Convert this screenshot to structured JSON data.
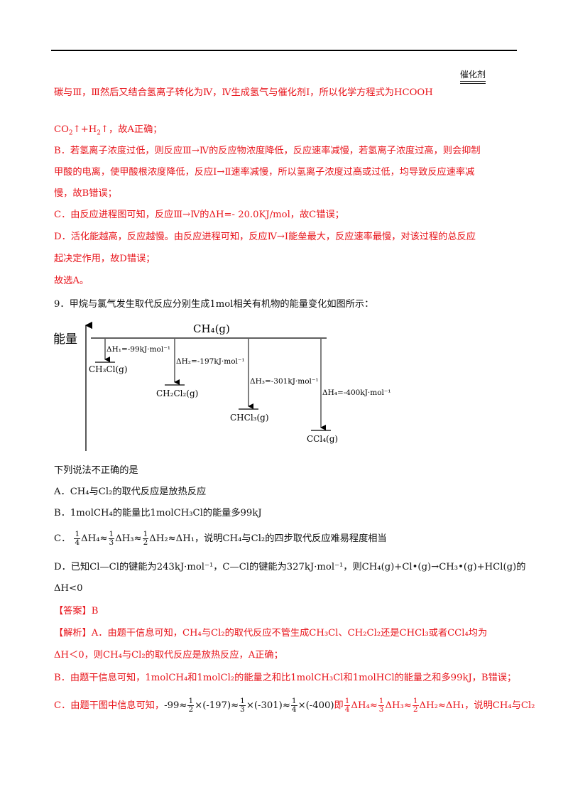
{
  "top_note": "催化剂",
  "expl_a1": "碳与Ⅲ，Ⅲ然后又结合氢离子转化为Ⅳ，Ⅳ生成氢气与催化剂Ⅰ，所以化学方程式为HCOOH",
  "expl_a2_pre": "CO",
  "expl_a2_mid": "↑+H",
  "expl_a2_post": "↑，故A正确；",
  "expl_b1": "B．若氢离子浓度过低，则反应Ⅲ→Ⅳ的反应物浓度降低，反应速率减慢，若氢离子浓度过高，则会抑制",
  "expl_b2": "甲酸的电离，使甲酸根浓度降低，反应Ⅰ→Ⅱ速率减慢，所以氢离子浓度过高或过低，均导致反应速率减",
  "expl_b3": "慢，故B错误；",
  "expl_c": "C．由反应进程图可知，反应Ⅲ→Ⅳ的ΔH=- 20.0KJ/mol，故C错误；",
  "expl_d1": "D．活化能越高，反应越慢。由反应进程可知，反应Ⅳ→Ⅰ能垒最大，反应速率最慢，对该过程的总反应",
  "expl_d2": "起决定作用，故D错误；",
  "expl_final": "故选A。",
  "q9_stem": "9．甲烷与氯气发生取代反应分别生成1mol相关有机物的能量变化如图所示：",
  "diagram": {
    "y_label": "能量",
    "top": "CH₄(g)",
    "items": [
      {
        "dh": "ΔH₁=-99kJ·mol⁻¹",
        "product": "CH₃Cl(g)"
      },
      {
        "dh": "ΔH₂=-197kJ·mol⁻¹",
        "product": "CH₂Cl₂(g)"
      },
      {
        "dh": "ΔH₃=-301kJ·mol⁻¹",
        "product": "CHCl₃(g)"
      },
      {
        "dh": "ΔH₄=-400kJ·mol⁻¹",
        "product": "CCl₄(g)"
      }
    ]
  },
  "q9_ask": "下列说法不正确的是",
  "opt_a": "A．CH₄与Cl₂的取代反应是放热反应",
  "opt_b": "B．1molCH₄的能量比1molCH₃Cl的能量多99kJ",
  "opt_c_label": "C．",
  "opt_c_tail": "ΔH₁，说明CH₄与Cl₂的四步取代反应难易程度相当",
  "opt_d1": "D．已知Cl—Cl的键能为243kJ·mol⁻¹，C—Cl的键能为327kJ·mol⁻¹，则CH₄(g)+Cl•(g)→CH₃•(g)+HCl(g)的",
  "opt_d2": "ΔH<0",
  "answer": "【答案】B",
  "ana_a1": "【解析】A．由题干信息可知，CH₄与Cl₂的取代反应不管生成CH₃Cl、CH₂Cl₂还是CHCl₃或者CCl₄均为",
  "ana_a2": "ΔH＜0，则CH₄与Cl₂的取代反应是放热反应，A正确；",
  "ana_b": "B．由题干信息可知，1molCH₄和1molCl₂的能量之和比1molCH₃Cl和1molHCl的能量之和多99kJ，B错误；",
  "ana_c_label": "C．由题干图中信息可知，",
  "ana_c_tail": "说明CH₄与Cl₂"
}
